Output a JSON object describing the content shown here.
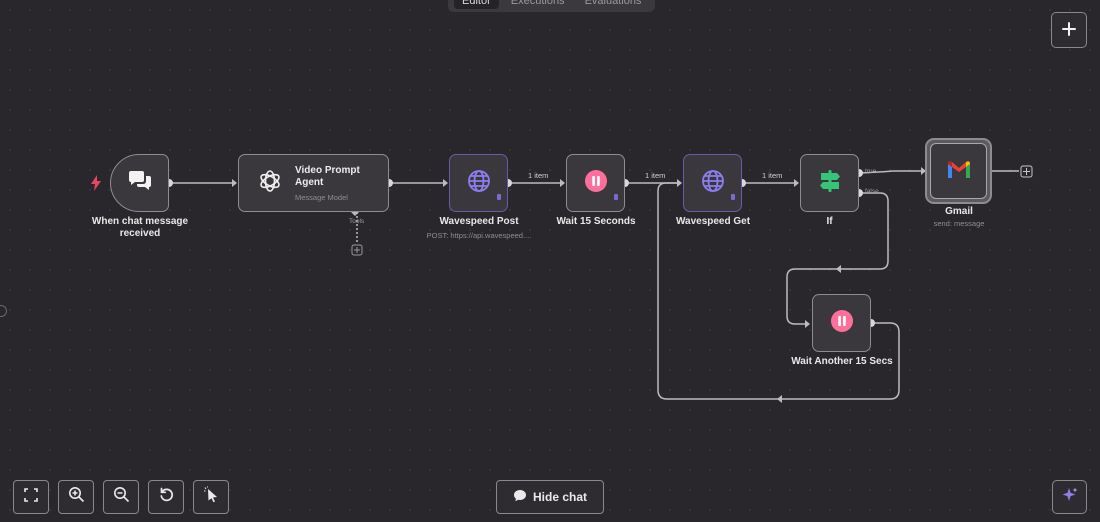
{
  "tabs": [
    "Editor",
    "Executions",
    "Evaluations"
  ],
  "nodes": {
    "trigger": {
      "label_line1": "When chat message",
      "label_line2": "received"
    },
    "agent": {
      "title_line1": "Video Prompt",
      "title_line2": "Agent",
      "subtitle": "Message Model",
      "port_label": "Tools"
    },
    "post": {
      "label": "Wavespeed Post",
      "subtitle": "POST: https://api.wavespeed...."
    },
    "wait1": {
      "label": "Wait 15 Seconds"
    },
    "get": {
      "label": "Wavespeed Get"
    },
    "if": {
      "label": "If",
      "true_label": "true",
      "false_label": "false"
    },
    "gmail": {
      "label": "Gmail",
      "subtitle": "send: message"
    },
    "wait2": {
      "label": "Wait Another 15 Secs"
    }
  },
  "edges": {
    "item_label_1": "1 item",
    "item_label_2": "1 item",
    "item_label_3": "1 item"
  },
  "toolbar": {
    "fit_icon": "fit-view-icon",
    "zoom_in_icon": "zoom-in-icon",
    "zoom_out_icon": "zoom-out-icon",
    "reset_icon": "reset-zoom-icon",
    "tidy_icon": "tidy-up-icon",
    "hide_chat_label": "Hide chat"
  },
  "colors": {
    "background": "#29272b",
    "node_fill": "#3a383c",
    "accent_purple": "#8c7ef0",
    "pause_pink": "#ff6f9c",
    "if_green": "#35c47a",
    "trigger_red": "#e8465f"
  }
}
